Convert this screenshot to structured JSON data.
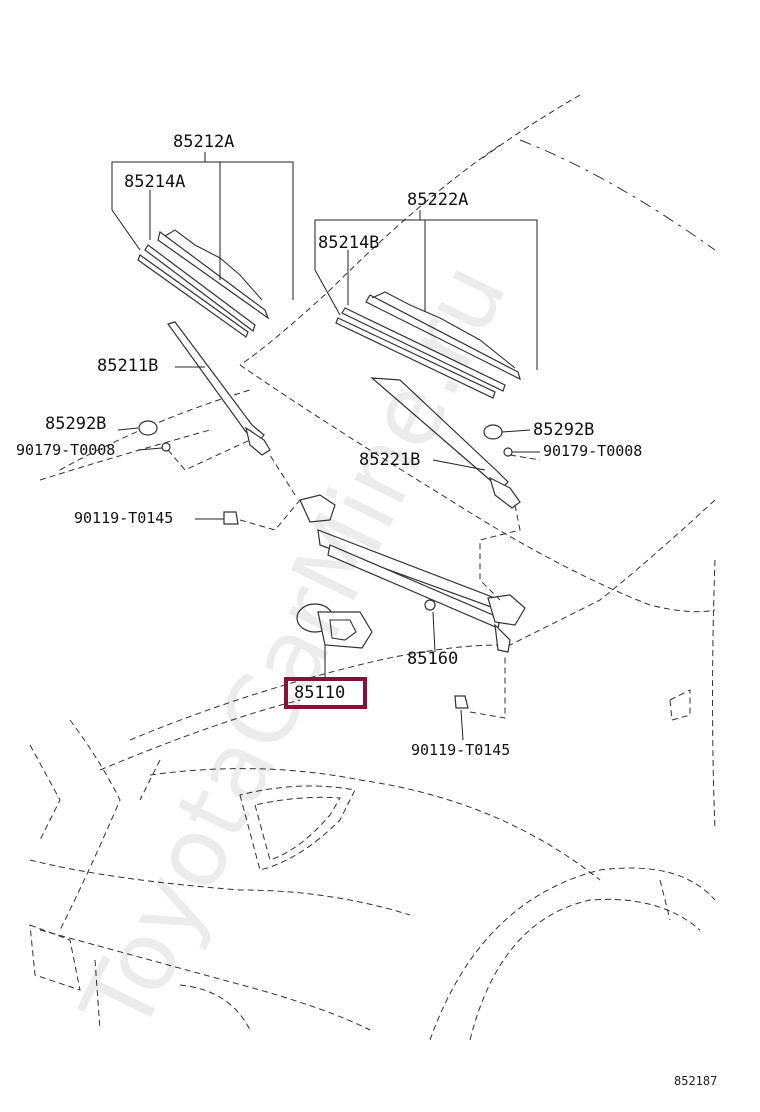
{
  "parts": {
    "blade_assembly_front": "85212A",
    "blade_insert_front": "85214A",
    "blade_assembly_rear": "85222A",
    "blade_insert_rear": "85214B",
    "arm_front": "85211B",
    "cap_left": "85292B",
    "nut_left": "90179-T0008",
    "arm_rear": "85221B",
    "cap_right": "85292B",
    "nut_right": "90179-T0008",
    "bolt_upper": "90119-T0145",
    "link": "85160",
    "motor": "85110",
    "bolt_lower": "90119-T0145"
  },
  "figure_code": "852187",
  "watermark": "ToyotaCarMine.ru",
  "colors": {
    "highlight": "#8b0f3a",
    "line": "#333333"
  }
}
